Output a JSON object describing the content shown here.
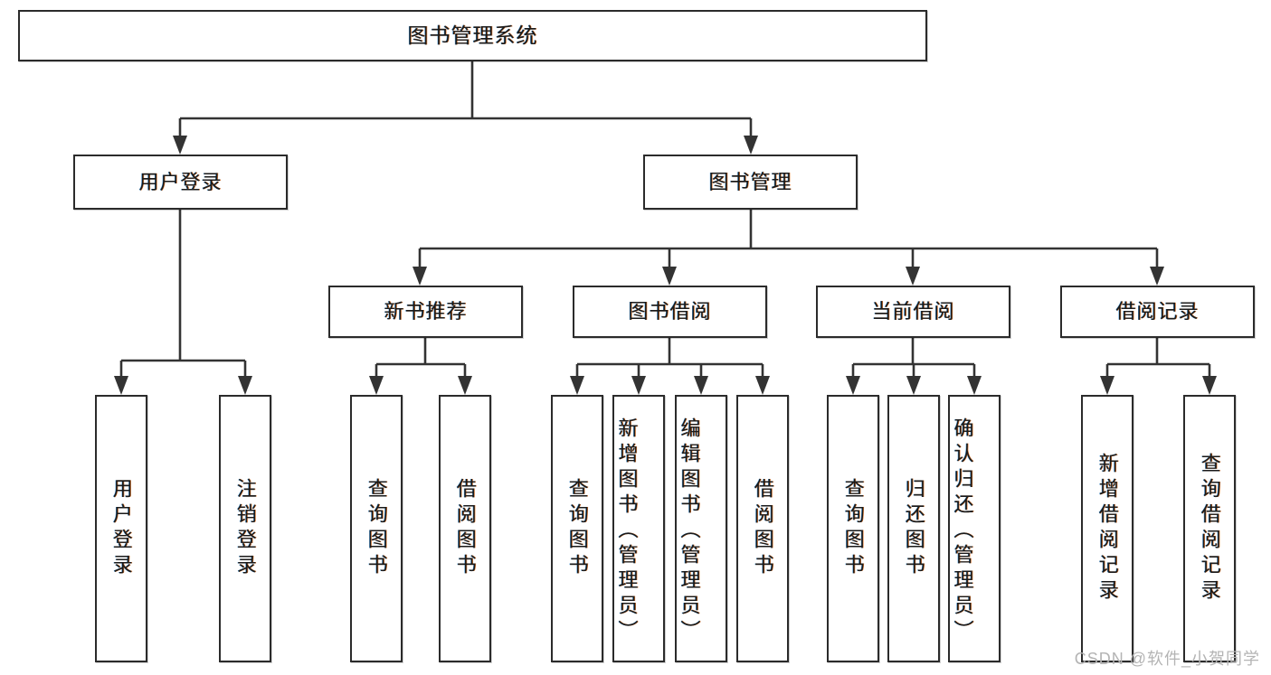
{
  "diagram": {
    "title": "图书管理系统",
    "type": "tree",
    "orientation": "top-down",
    "colors": {
      "box_border": "#2b2b2b",
      "box_fill": "#ffffff",
      "connector": "#333333",
      "text": "#1a1a1a",
      "watermark": "#b4b4b4"
    }
  },
  "watermark": "CSDN @软件_小贺同学",
  "nodes": {
    "root": {
      "label": "图书管理系统"
    },
    "level2": [
      {
        "id": "user-login",
        "label": "用户登录"
      },
      {
        "id": "book-manage",
        "label": "图书管理"
      }
    ],
    "level3": [
      {
        "id": "new-book-recommend",
        "label": "新书推荐"
      },
      {
        "id": "book-borrow",
        "label": "图书借阅"
      },
      {
        "id": "current-borrow",
        "label": "当前借阅"
      },
      {
        "id": "borrow-record",
        "label": "借阅记录"
      }
    ],
    "leaves": {
      "user_login": [
        {
          "id": "leaf-user-login",
          "label": "用户登录"
        },
        {
          "id": "leaf-logout-login",
          "label": "注销登录"
        }
      ],
      "new_book_recommend": [
        {
          "id": "leaf-query-book-1",
          "label": "查询图书"
        },
        {
          "id": "leaf-borrow-book-1",
          "label": "借阅图书"
        }
      ],
      "book_borrow": [
        {
          "id": "leaf-query-book-2",
          "label": "查询图书"
        },
        {
          "id": "leaf-add-book",
          "label": "新增图书（管理员）"
        },
        {
          "id": "leaf-edit-book",
          "label": "编辑图书（管理员）"
        },
        {
          "id": "leaf-borrow-book-2",
          "label": "借阅图书"
        }
      ],
      "current_borrow": [
        {
          "id": "leaf-query-book-3",
          "label": "查询图书"
        },
        {
          "id": "leaf-return-book",
          "label": "归还图书"
        },
        {
          "id": "leaf-confirm-return",
          "label": "确认归还（管理员）"
        }
      ],
      "borrow_record": [
        {
          "id": "leaf-add-record",
          "label": "新增借阅记录"
        },
        {
          "id": "leaf-query-record",
          "label": "查询借阅记录"
        }
      ]
    }
  },
  "edges": [
    {
      "from": "图书管理系统",
      "to": "用户登录"
    },
    {
      "from": "图书管理系统",
      "to": "图书管理"
    },
    {
      "from": "用户登录",
      "to": "用户登录"
    },
    {
      "from": "用户登录",
      "to": "注销登录"
    },
    {
      "from": "图书管理",
      "to": "新书推荐"
    },
    {
      "from": "图书管理",
      "to": "图书借阅"
    },
    {
      "from": "图书管理",
      "to": "当前借阅"
    },
    {
      "from": "图书管理",
      "to": "借阅记录"
    },
    {
      "from": "新书推荐",
      "to": "查询图书"
    },
    {
      "from": "新书推荐",
      "to": "借阅图书"
    },
    {
      "from": "图书借阅",
      "to": "查询图书"
    },
    {
      "from": "图书借阅",
      "to": "新增图书（管理员）"
    },
    {
      "from": "图书借阅",
      "to": "编辑图书（管理员）"
    },
    {
      "from": "图书借阅",
      "to": "借阅图书"
    },
    {
      "from": "当前借阅",
      "to": "查询图书"
    },
    {
      "from": "当前借阅",
      "to": "归还图书"
    },
    {
      "from": "当前借阅",
      "to": "确认归还（管理员）"
    },
    {
      "from": "借阅记录",
      "to": "新增借阅记录"
    },
    {
      "from": "借阅记录",
      "to": "查询借阅记录"
    }
  ]
}
